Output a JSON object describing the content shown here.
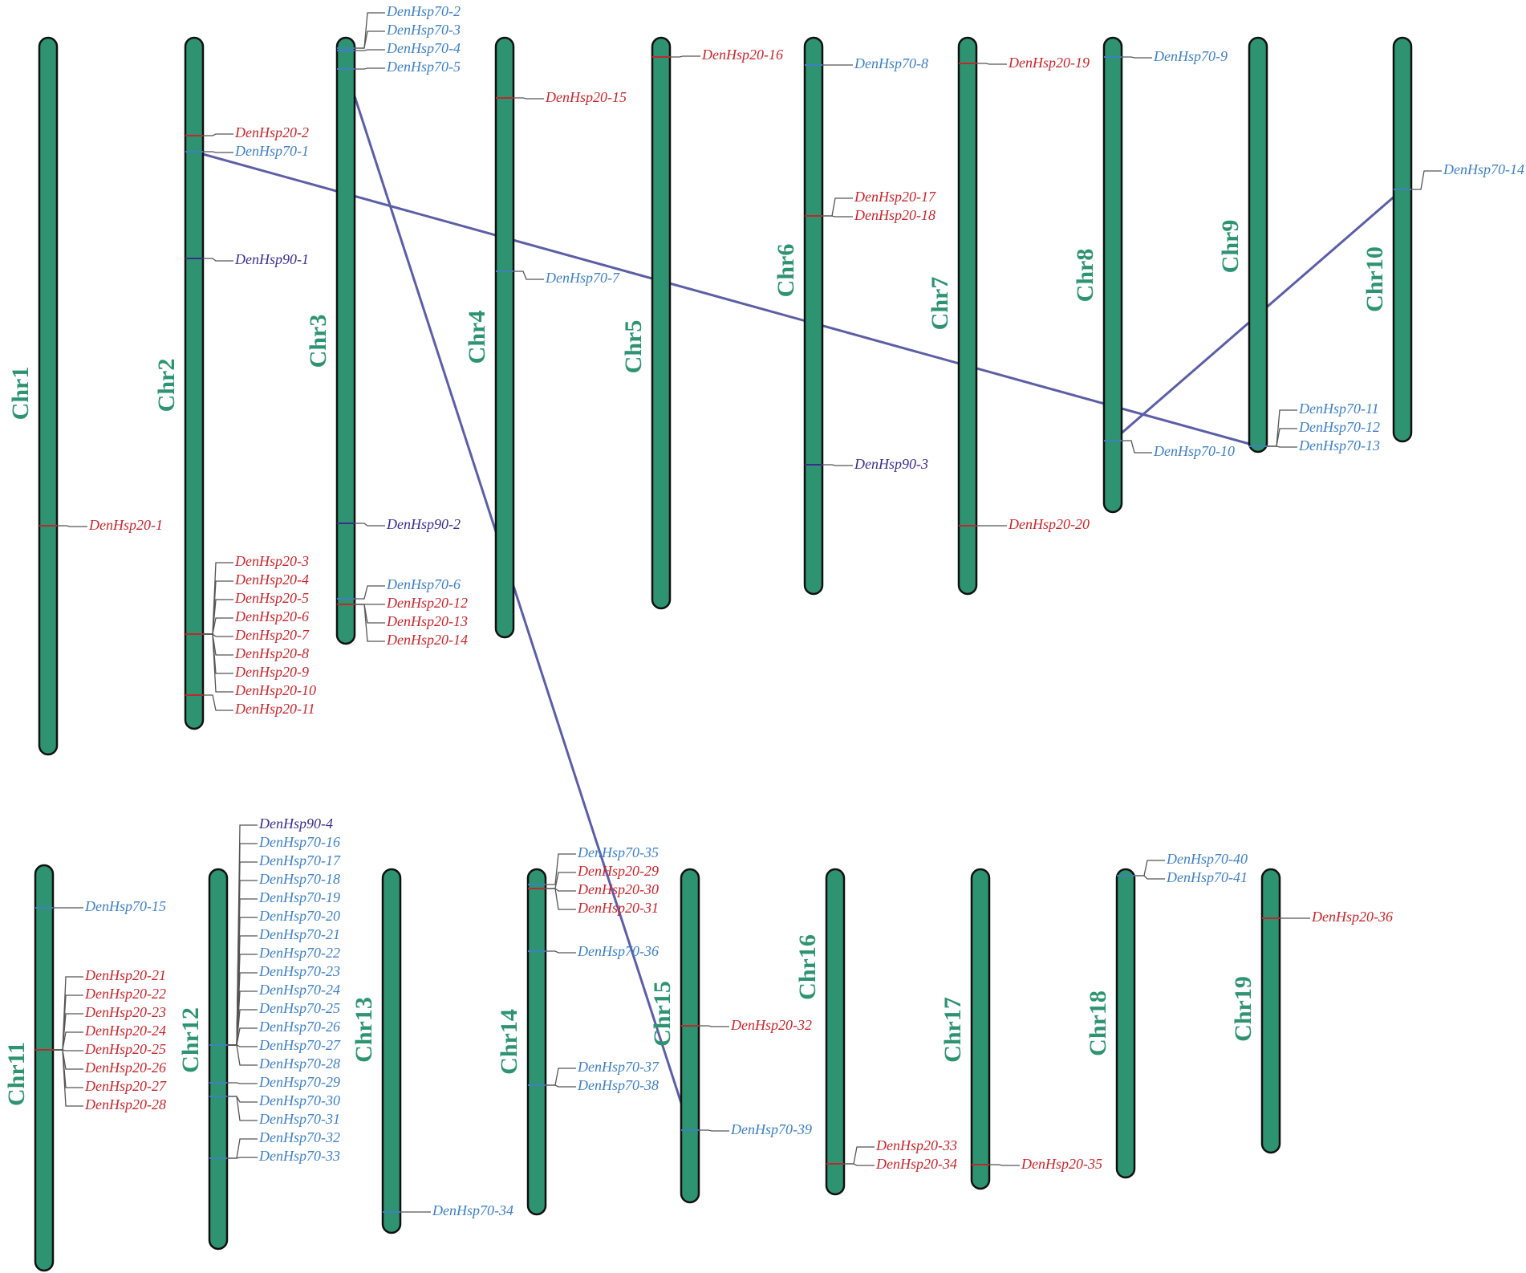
{
  "colors": {
    "hsp20": "#c1272d",
    "hsp70": "#3f7fbf",
    "hsp90": "#3c2d8a",
    "chromosome": "#2e9370",
    "link": "#5c5ea6"
  },
  "chromosomes": [
    {
      "name": "Chr1",
      "genes": [
        {
          "label": "DenHsp20-1",
          "family": "hsp20"
        }
      ]
    },
    {
      "name": "Chr2",
      "genes": [
        {
          "label": "DenHsp20-2",
          "family": "hsp20"
        },
        {
          "label": "DenHsp70-1",
          "family": "hsp70"
        },
        {
          "label": "DenHsp90-1",
          "family": "hsp90"
        },
        {
          "label": "DenHsp20-3",
          "family": "hsp20"
        },
        {
          "label": "DenHsp20-4",
          "family": "hsp20"
        },
        {
          "label": "DenHsp20-5",
          "family": "hsp20"
        },
        {
          "label": "DenHsp20-6",
          "family": "hsp20"
        },
        {
          "label": "DenHsp20-7",
          "family": "hsp20"
        },
        {
          "label": "DenHsp20-8",
          "family": "hsp20"
        },
        {
          "label": "DenHsp20-9",
          "family": "hsp20"
        },
        {
          "label": "DenHsp20-10",
          "family": "hsp20"
        },
        {
          "label": "DenHsp20-11",
          "family": "hsp20"
        }
      ]
    },
    {
      "name": "Chr3",
      "genes": [
        {
          "label": "DenHsp70-2",
          "family": "hsp70"
        },
        {
          "label": "DenHsp70-3",
          "family": "hsp70"
        },
        {
          "label": "DenHsp70-4",
          "family": "hsp70"
        },
        {
          "label": "DenHsp70-5",
          "family": "hsp70"
        },
        {
          "label": "DenHsp90-2",
          "family": "hsp90"
        },
        {
          "label": "DenHsp70-6",
          "family": "hsp70"
        },
        {
          "label": "DenHsp20-12",
          "family": "hsp20"
        },
        {
          "label": "DenHsp20-13",
          "family": "hsp20"
        },
        {
          "label": "DenHsp20-14",
          "family": "hsp20"
        }
      ]
    },
    {
      "name": "Chr4",
      "genes": [
        {
          "label": "DenHsp20-15",
          "family": "hsp20"
        },
        {
          "label": "DenHsp70-7",
          "family": "hsp70"
        }
      ]
    },
    {
      "name": "Chr5",
      "genes": [
        {
          "label": "DenHsp20-16",
          "family": "hsp20"
        }
      ]
    },
    {
      "name": "Chr6",
      "genes": [
        {
          "label": "DenHsp70-8",
          "family": "hsp70"
        },
        {
          "label": "DenHsp20-17",
          "family": "hsp20"
        },
        {
          "label": "DenHsp20-18",
          "family": "hsp20"
        },
        {
          "label": "DenHsp90-3",
          "family": "hsp90"
        }
      ]
    },
    {
      "name": "Chr7",
      "genes": [
        {
          "label": "DenHsp20-19",
          "family": "hsp20"
        },
        {
          "label": "DenHsp20-20",
          "family": "hsp20"
        }
      ]
    },
    {
      "name": "Chr8",
      "genes": [
        {
          "label": "DenHsp70-9",
          "family": "hsp70"
        },
        {
          "label": "DenHsp70-10",
          "family": "hsp70"
        }
      ]
    },
    {
      "name": "Chr9",
      "genes": [
        {
          "label": "DenHsp70-11",
          "family": "hsp70"
        },
        {
          "label": "DenHsp70-12",
          "family": "hsp70"
        },
        {
          "label": "DenHsp70-13",
          "family": "hsp70"
        }
      ]
    },
    {
      "name": "Chr10",
      "genes": [
        {
          "label": "DenHsp70-14",
          "family": "hsp70"
        }
      ]
    },
    {
      "name": "Chr11",
      "genes": [
        {
          "label": "DenHsp70-15",
          "family": "hsp70"
        },
        {
          "label": "DenHsp20-21",
          "family": "hsp20"
        },
        {
          "label": "DenHsp20-22",
          "family": "hsp20"
        },
        {
          "label": "DenHsp20-23",
          "family": "hsp20"
        },
        {
          "label": "DenHsp20-24",
          "family": "hsp20"
        },
        {
          "label": "DenHsp20-25",
          "family": "hsp20"
        },
        {
          "label": "DenHsp20-26",
          "family": "hsp20"
        },
        {
          "label": "DenHsp20-27",
          "family": "hsp20"
        },
        {
          "label": "DenHsp20-28",
          "family": "hsp20"
        }
      ]
    },
    {
      "name": "Chr12",
      "genes": [
        {
          "label": "DenHsp90-4",
          "family": "hsp90"
        },
        {
          "label": "DenHsp70-16",
          "family": "hsp70"
        },
        {
          "label": "DenHsp70-17",
          "family": "hsp70"
        },
        {
          "label": "DenHsp70-18",
          "family": "hsp70"
        },
        {
          "label": "DenHsp70-19",
          "family": "hsp70"
        },
        {
          "label": "DenHsp70-20",
          "family": "hsp70"
        },
        {
          "label": "DenHsp70-21",
          "family": "hsp70"
        },
        {
          "label": "DenHsp70-22",
          "family": "hsp70"
        },
        {
          "label": "DenHsp70-23",
          "family": "hsp70"
        },
        {
          "label": "DenHsp70-24",
          "family": "hsp70"
        },
        {
          "label": "DenHsp70-25",
          "family": "hsp70"
        },
        {
          "label": "DenHsp70-26",
          "family": "hsp70"
        },
        {
          "label": "DenHsp70-27",
          "family": "hsp70"
        },
        {
          "label": "DenHsp70-28",
          "family": "hsp70"
        },
        {
          "label": "DenHsp70-29",
          "family": "hsp70"
        },
        {
          "label": "DenHsp70-30",
          "family": "hsp70"
        },
        {
          "label": "DenHsp70-31",
          "family": "hsp70"
        },
        {
          "label": "DenHsp70-32",
          "family": "hsp70"
        },
        {
          "label": "DenHsp70-33",
          "family": "hsp70"
        }
      ]
    },
    {
      "name": "Chr13",
      "genes": [
        {
          "label": "DenHsp70-34",
          "family": "hsp70"
        }
      ]
    },
    {
      "name": "Chr14",
      "genes": [
        {
          "label": "DenHsp70-35",
          "family": "hsp70"
        },
        {
          "label": "DenHsp20-29",
          "family": "hsp20"
        },
        {
          "label": "DenHsp20-30",
          "family": "hsp20"
        },
        {
          "label": "DenHsp20-31",
          "family": "hsp20"
        },
        {
          "label": "DenHsp70-36",
          "family": "hsp70"
        },
        {
          "label": "DenHsp70-37",
          "family": "hsp70"
        },
        {
          "label": "DenHsp70-38",
          "family": "hsp70"
        }
      ]
    },
    {
      "name": "Chr15",
      "genes": [
        {
          "label": "DenHsp20-32",
          "family": "hsp20"
        },
        {
          "label": "DenHsp70-39",
          "family": "hsp70"
        }
      ]
    },
    {
      "name": "Chr16",
      "genes": [
        {
          "label": "DenHsp20-33",
          "family": "hsp20"
        },
        {
          "label": "DenHsp20-34",
          "family": "hsp20"
        }
      ]
    },
    {
      "name": "Chr17",
      "genes": [
        {
          "label": "DenHsp20-35",
          "family": "hsp20"
        }
      ]
    },
    {
      "name": "Chr18",
      "genes": [
        {
          "label": "DenHsp70-40",
          "family": "hsp70"
        },
        {
          "label": "DenHsp70-41",
          "family": "hsp70"
        }
      ]
    },
    {
      "name": "Chr19",
      "genes": [
        {
          "label": "DenHsp20-36",
          "family": "hsp20"
        }
      ]
    }
  ],
  "links": [
    {
      "from": "DenHsp70-1",
      "to": "DenHsp70-13"
    },
    {
      "from": "DenHsp70-5",
      "to": "DenHsp70-39"
    },
    {
      "from": "DenHsp70-10",
      "to": "DenHsp70-14"
    }
  ]
}
